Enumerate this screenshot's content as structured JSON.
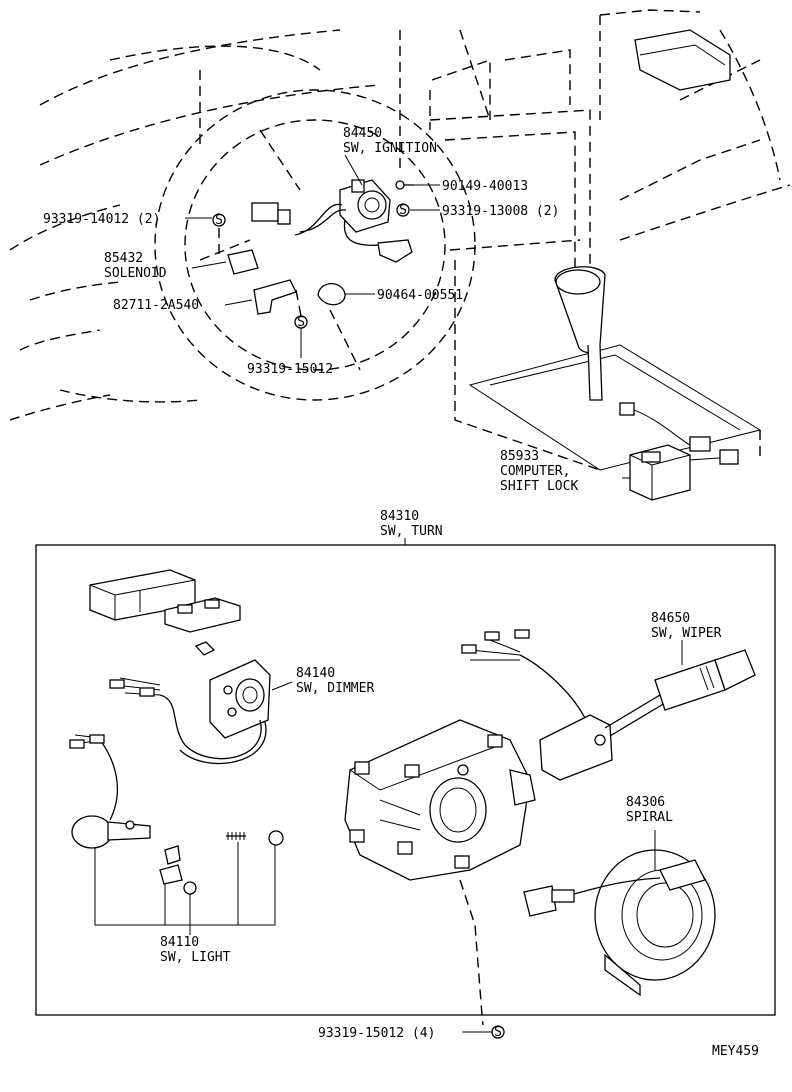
{
  "labels": {
    "ignition_no": "84450",
    "ignition_name": "SW, IGNITION",
    "screw_top": "90149-40013",
    "s_left": "93319-14012 (2)",
    "s_right": "93319-13008 (2)",
    "solenoid_no": "85432",
    "solenoid_name": "SOLENOID",
    "bracket": "82711-2A540",
    "clip": "90464-00551",
    "s_bottom": "93319-15012",
    "computer_no": "85933",
    "computer_name1": "COMPUTER,",
    "computer_name2": "SHIFT LOCK",
    "turn_no": "84310",
    "turn_name": "SW, TURN",
    "dimmer_no": "84140",
    "dimmer_name": "SW, DIMMER",
    "wiper_no": "84650",
    "wiper_name": "SW, WIPER",
    "spiral_no": "84306",
    "spiral_name": "SPIRAL",
    "light_no": "84110",
    "light_name": "SW, LIGHT",
    "s_box": "93319-15012 (4)",
    "diagram_code": "MEY459",
    "s_symbol": "S"
  }
}
